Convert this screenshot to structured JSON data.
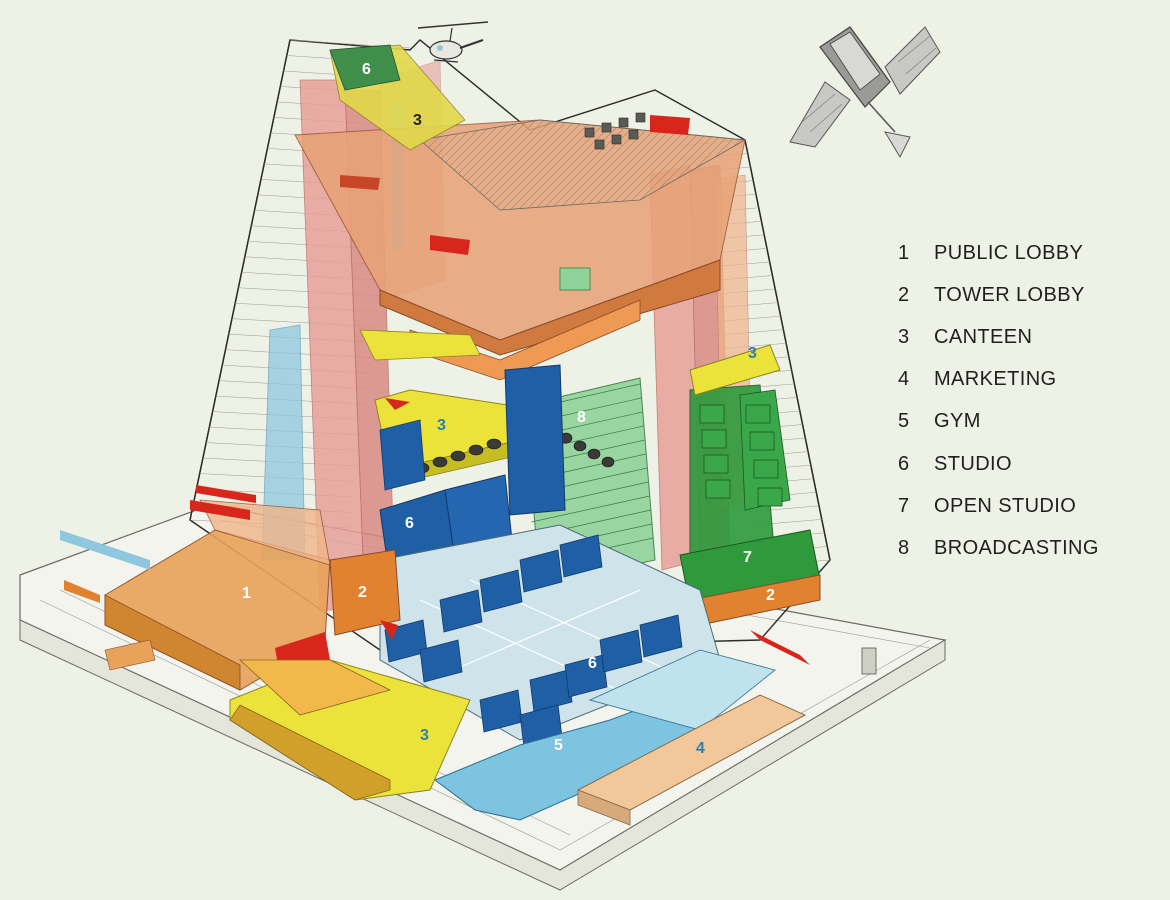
{
  "legend": [
    {
      "num": "1",
      "label": "PUBLIC LOBBY"
    },
    {
      "num": "2",
      "label": "TOWER LOBBY"
    },
    {
      "num": "3",
      "label": "CANTEEN"
    },
    {
      "num": "4",
      "label": "MARKETING"
    },
    {
      "num": "5",
      "label": "GYM"
    },
    {
      "num": "6",
      "label": "STUDIO"
    },
    {
      "num": "7",
      "label": "OPEN STUDIO"
    },
    {
      "num": "8",
      "label": "BROADCASTING"
    }
  ],
  "markers": [
    {
      "id": "m1",
      "text": "1"
    },
    {
      "id": "m2a",
      "text": "2"
    },
    {
      "id": "m2b",
      "text": "2"
    },
    {
      "id": "m3top",
      "text": "3"
    },
    {
      "id": "m3mid",
      "text": "3"
    },
    {
      "id": "m3right",
      "text": "3"
    },
    {
      "id": "m3low",
      "text": "3"
    },
    {
      "id": "m4",
      "text": "4"
    },
    {
      "id": "m5",
      "text": "5"
    },
    {
      "id": "m6top",
      "text": "6"
    },
    {
      "id": "m6mid",
      "text": "6"
    },
    {
      "id": "m6low",
      "text": "6"
    },
    {
      "id": "m7",
      "text": "7"
    },
    {
      "id": "m8",
      "text": "8"
    }
  ],
  "colors": {
    "background": "#eef1e6",
    "public_lobby": "#e8a35a",
    "tower_lobby": "#e0822f",
    "canteen": "#ece33a",
    "marketing": "#f2c89a",
    "gym": "#7cc4e0",
    "studio": "#1f5fa6",
    "open_studio": "#2e9a3c",
    "broadcasting": "#8fd39a",
    "structure_pink": "#e7a09a",
    "accent_red": "#d9261c"
  },
  "icons": [
    "helicopter-icon",
    "satellite-icon"
  ]
}
